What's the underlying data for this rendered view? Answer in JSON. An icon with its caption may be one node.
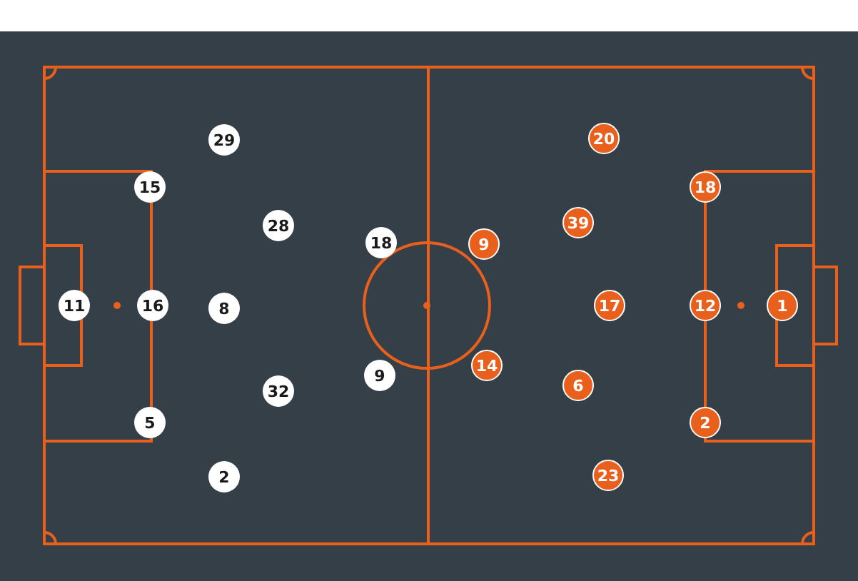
{
  "diagram": {
    "nodes": [
      {
        "text": [
          "29"
        ]
      },
      {
        "text": [
          "15"
        ]
      },
      {
        "text": [
          "28"
        ]
      },
      {
        "text": [
          "18"
        ]
      },
      {
        "text": [
          "11"
        ]
      },
      {
        "text": [
          "16"
        ]
      },
      {
        "text": [
          "8"
        ]
      },
      {
        "text": [
          "32"
        ]
      },
      {
        "text": [
          "9"
        ]
      },
      {
        "text": [
          "5"
        ]
      },
      {
        "text": [
          "2"
        ]
      },
      {
        "text": [
          "20"
        ]
      },
      {
        "text": [
          "18"
        ]
      },
      {
        "text": [
          "39"
        ]
      },
      {
        "text": [
          "9"
        ]
      },
      {
        "text": [
          "17"
        ]
      },
      {
        "text": [
          "12"
        ]
      },
      {
        "text": [
          "1"
        ]
      },
      {
        "text": [
          "14"
        ]
      },
      {
        "text": [
          "6"
        ]
      },
      {
        "text": [
          "2"
        ]
      },
      {
        "text": [
          "23"
        ]
      }
    ]
  }
}
